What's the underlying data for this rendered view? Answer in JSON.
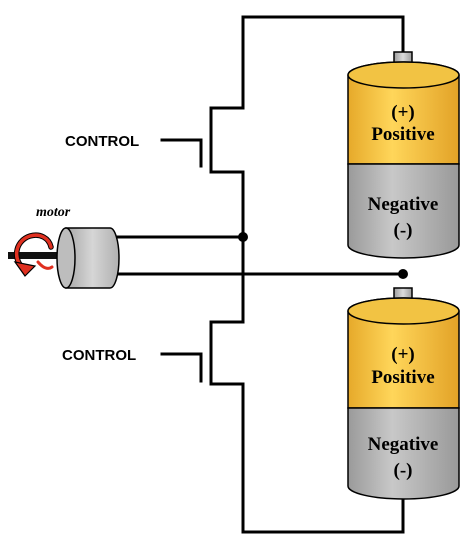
{
  "labels": {
    "control_top": "CONTROL",
    "control_bottom": "CONTROL",
    "motor": "motor"
  },
  "battery_top": {
    "positive_symbol": "(+)",
    "positive_label": "Positive",
    "negative_label": "Negative",
    "negative_symbol": "(-)"
  },
  "battery_bottom": {
    "positive_symbol": "(+)",
    "positive_label": "Positive",
    "negative_label": "Negative",
    "negative_symbol": "(-)"
  },
  "colors": {
    "positive": "#f5c13b",
    "negative": "#b3b3b3",
    "terminal": "#bdbdbd",
    "motor_body": "#c4c4c4",
    "rotation_arrow": "#e03020",
    "wire": "#000000"
  },
  "icons": {
    "motor": "motor-icon",
    "rotation": "rotation-arrow-icon",
    "transistor": "mosfet-symbol"
  }
}
